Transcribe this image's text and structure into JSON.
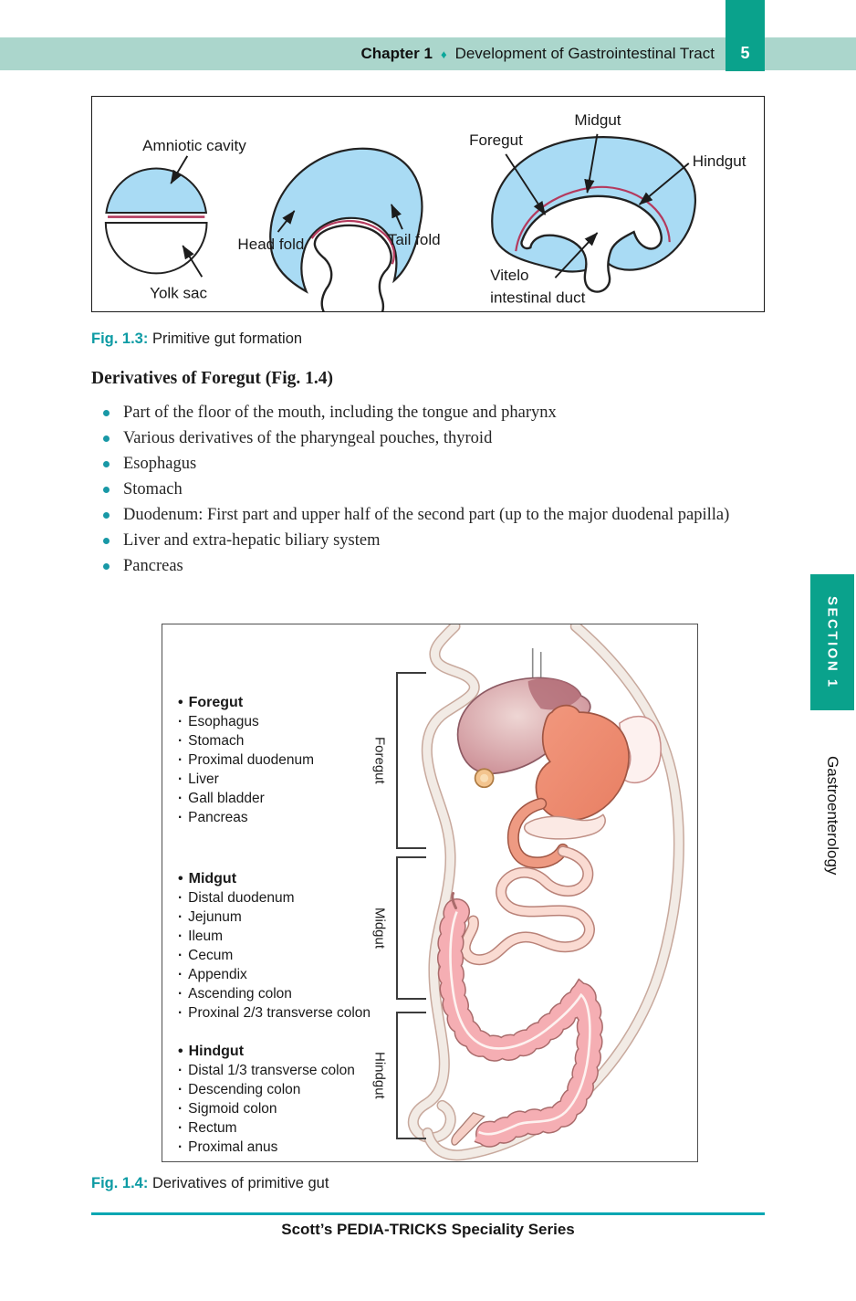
{
  "header": {
    "chapter": "Chapter 1",
    "separator": "♦",
    "title": "Development of Gastrointestinal Tract",
    "page_number": "5"
  },
  "fig13": {
    "labels": {
      "amniotic_cavity": "Amniotic cavity",
      "yolk_sac": "Yolk sac",
      "head_fold": "Head fold",
      "tail_fold": "Tail fold",
      "foregut": "Foregut",
      "midgut": "Midgut",
      "hindgut": "Hindgut",
      "vitelo_line1": "Vitelo",
      "vitelo_line2": "intestinal duct"
    },
    "caption_label": "Fig. 1.3:",
    "caption_text": "Primitive gut formation"
  },
  "foregut_section": {
    "heading": "Derivatives of Foregut (Fig. 1.4)",
    "bullets": [
      "Part of the floor of the mouth, including the tongue and pharynx",
      "Various derivatives of the pharyngeal pouches, thyroid",
      "Esophagus",
      "Stomach",
      "Duodenum: First part and upper half of the second part (up to the major duodenal papilla)",
      "Liver and extra-hepatic biliary system",
      "Pancreas"
    ]
  },
  "fig14": {
    "groups": [
      {
        "title": "Foregut",
        "bracket_label": "Foregut",
        "items": [
          "Esophagus",
          "Stomach",
          "Proximal duodenum",
          "Liver",
          "Gall bladder",
          "Pancreas"
        ]
      },
      {
        "title": "Midgut",
        "bracket_label": "Midgut",
        "items": [
          "Distal duodenum",
          "Jejunum",
          "Ileum",
          "Cecum",
          "Appendix",
          "Ascending colon",
          "Proxinal 2/3 transverse colon"
        ]
      },
      {
        "title": "Hindgut",
        "bracket_label": "Hindgut",
        "items": [
          "Distal 1/3 transverse colon",
          "Descending colon",
          "Sigmoid colon",
          "Rectum",
          "Proximal anus"
        ]
      }
    ],
    "caption_label": "Fig. 1.4:",
    "caption_text": "Derivatives of primitive gut"
  },
  "sidebar": {
    "section_label": "SECTION 1",
    "specialty": "Gastroenterology"
  },
  "footer": {
    "series_title": "Scott’s PEDIA-TRICKS Speciality Series"
  },
  "colors": {
    "header_bar": "#abd6cc",
    "teal_dark": "#0aa28c",
    "accent_teal": "#0d9ba4",
    "footer_rule": "#00a6b2",
    "diagram_blue": "#a9dbf4",
    "diagram_crimson": "#b43a5e",
    "colon_pink": "#f5aeb3",
    "stomach_salmon": "#ee8d74"
  }
}
